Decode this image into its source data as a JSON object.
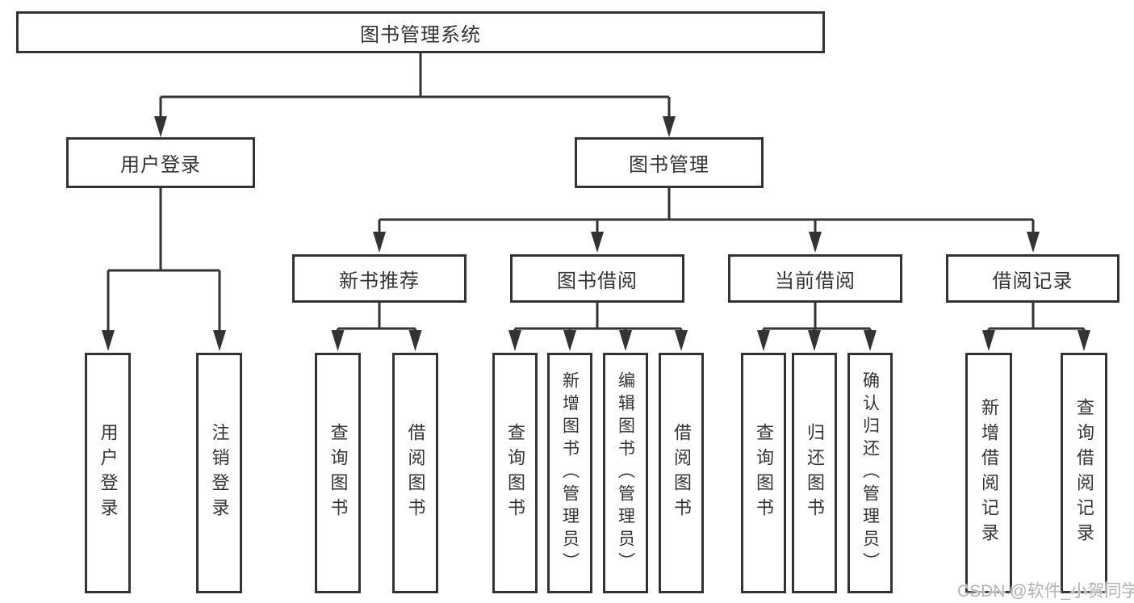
{
  "tree": {
    "label": "图书管理系统",
    "children": [
      {
        "label": "用户登录",
        "children": [
          {
            "label": "用户登录"
          },
          {
            "label": "注销登录"
          }
        ]
      },
      {
        "label": "图书管理",
        "children": [
          {
            "label": "新书推荐",
            "children": [
              {
                "label": "查询图书"
              },
              {
                "label": "借阅图书"
              }
            ]
          },
          {
            "label": "图书借阅",
            "children": [
              {
                "label": "查询图书"
              },
              {
                "label": "新增图书（管理员）"
              },
              {
                "label": "编辑图书（管理员）"
              },
              {
                "label": "借阅图书"
              }
            ]
          },
          {
            "label": "当前借阅",
            "children": [
              {
                "label": "查询图书"
              },
              {
                "label": "归还图书"
              },
              {
                "label": "确认归还（管理员）"
              }
            ]
          },
          {
            "label": "借阅记录",
            "children": [
              {
                "label": "新增借阅记录"
              },
              {
                "label": "查询借阅记录"
              }
            ]
          }
        ]
      }
    ]
  },
  "watermark": {
    "text": "CSDN @软件_小贺同学"
  },
  "colors": {
    "line": "#333333",
    "box_border": "#333333",
    "text": "#333333",
    "watermark_text": "#b3b3b3"
  }
}
